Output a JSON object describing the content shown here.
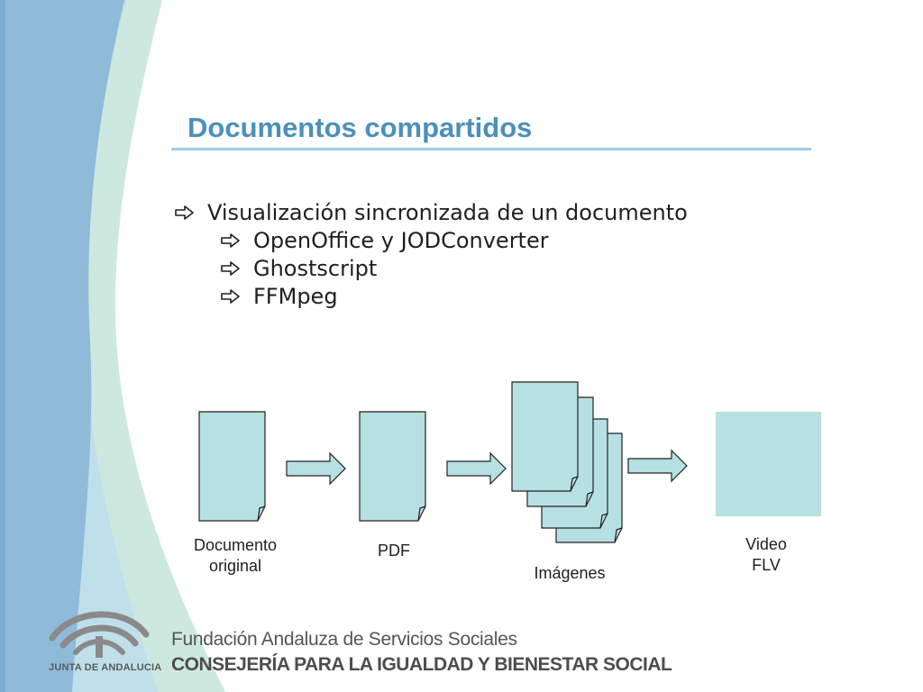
{
  "slide": {
    "title": "Documentos compartidos",
    "bullets": [
      {
        "level": 1,
        "text": "Visualización sincronizada de un documento"
      },
      {
        "level": 2,
        "text": "OpenOffice y JODConverter"
      },
      {
        "level": 2,
        "text": "Ghostscript"
      },
      {
        "level": 2,
        "text": "FFMpeg"
      }
    ]
  },
  "diagram": {
    "stages": [
      {
        "label_line1": "Documento",
        "label_line2": "original",
        "icon": "document-icon"
      },
      {
        "label_line1": "PDF",
        "label_line2": "",
        "icon": "document-icon"
      },
      {
        "label_line1": "Imágenes",
        "label_line2": "",
        "icon": "stacked-documents-icon"
      },
      {
        "label_line1": "Video",
        "label_line2": "FLV",
        "icon": "video-frame-icon"
      }
    ],
    "arrow_icon": "right-arrow-icon"
  },
  "footer": {
    "line1": "Fundación Andaluza de Servicios Sociales",
    "line2": "CONSEJERÍA PARA LA IGUALDAD Y BIENESTAR SOCIAL",
    "logo_text": "JUNTA DE ANDALUCIA"
  },
  "colors": {
    "title": "#4c90ba",
    "title_rule": "#9ccde8",
    "sidebar_blue": "#8fbbd9",
    "sidebar_green": "#cde8df",
    "shape_fill": "#b7e0e3"
  }
}
